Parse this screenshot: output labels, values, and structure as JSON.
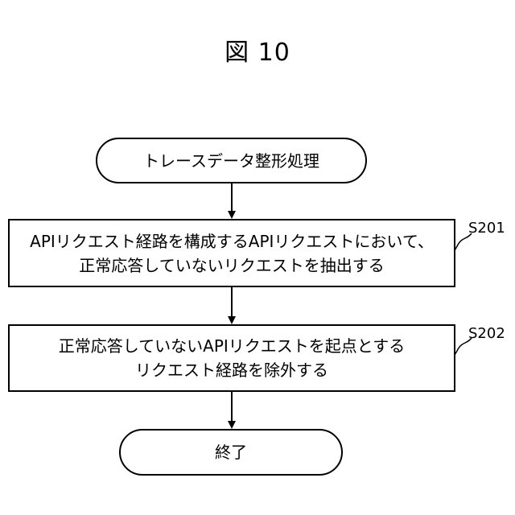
{
  "figure": {
    "title": "図 10"
  },
  "flow": {
    "start": "トレースデータ整形処理",
    "step1": {
      "id": "S201",
      "line1": "APIリクエスト経路を構成するAPIリクエストにおいて、",
      "line2": "正常応答していないリクエストを抽出する"
    },
    "step2": {
      "id": "S202",
      "line1": "正常応答していないAPIリクエストを起点とする",
      "line2": "リクエスト経路を除外する"
    },
    "end": "終了"
  }
}
